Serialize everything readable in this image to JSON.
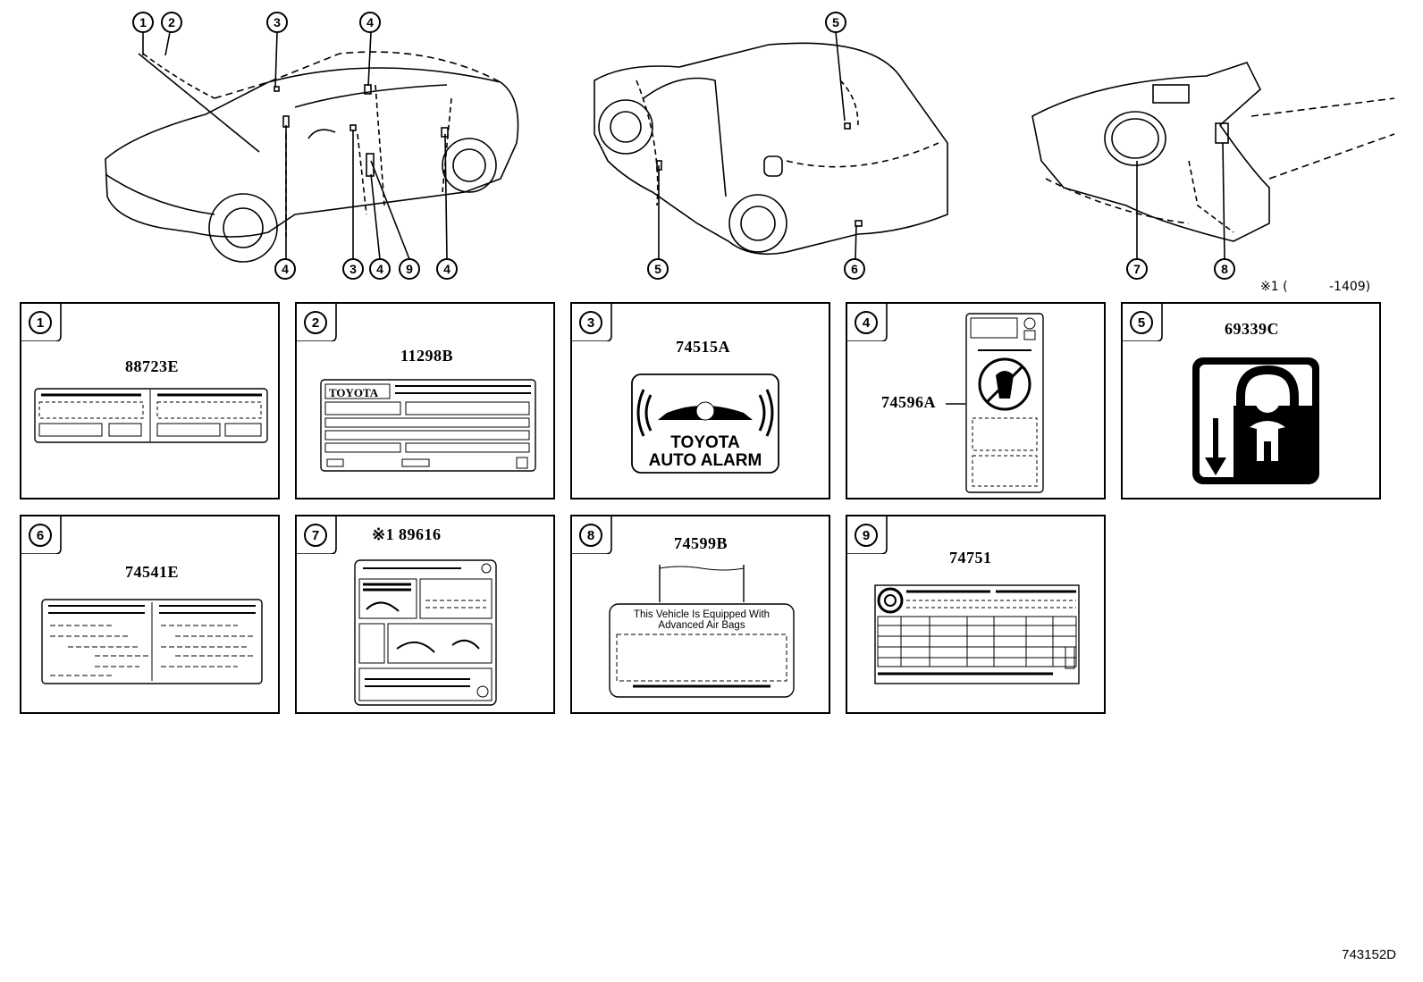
{
  "overview": {
    "callouts_front": [
      "1",
      "2",
      "3",
      "4",
      "4",
      "3",
      "4",
      "9",
      "4"
    ],
    "callouts_rear": [
      "5",
      "5",
      "6"
    ],
    "callouts_interior": [
      "7",
      "8"
    ],
    "note_ref": "※1 (",
    "note_date": "-1409)"
  },
  "panels": [
    {
      "num": "1",
      "part": "88723E"
    },
    {
      "num": "2",
      "part": "11298B",
      "brand": "TOYOTA"
    },
    {
      "num": "3",
      "part": "74515A",
      "line1": "TOYOTA",
      "line2": "AUTO ALARM"
    },
    {
      "num": "4",
      "part": "74596A"
    },
    {
      "num": "5",
      "part": "69339C"
    },
    {
      "num": "6",
      "part": "74541E"
    },
    {
      "num": "7",
      "part": "89616",
      "prefix": "※1"
    },
    {
      "num": "8",
      "part": "74599B",
      "line1": "This Vehicle Is Equipped With",
      "line2": "Advanced  Air  Bags"
    },
    {
      "num": "9",
      "part": "74751"
    }
  ],
  "document_id": "743152D"
}
